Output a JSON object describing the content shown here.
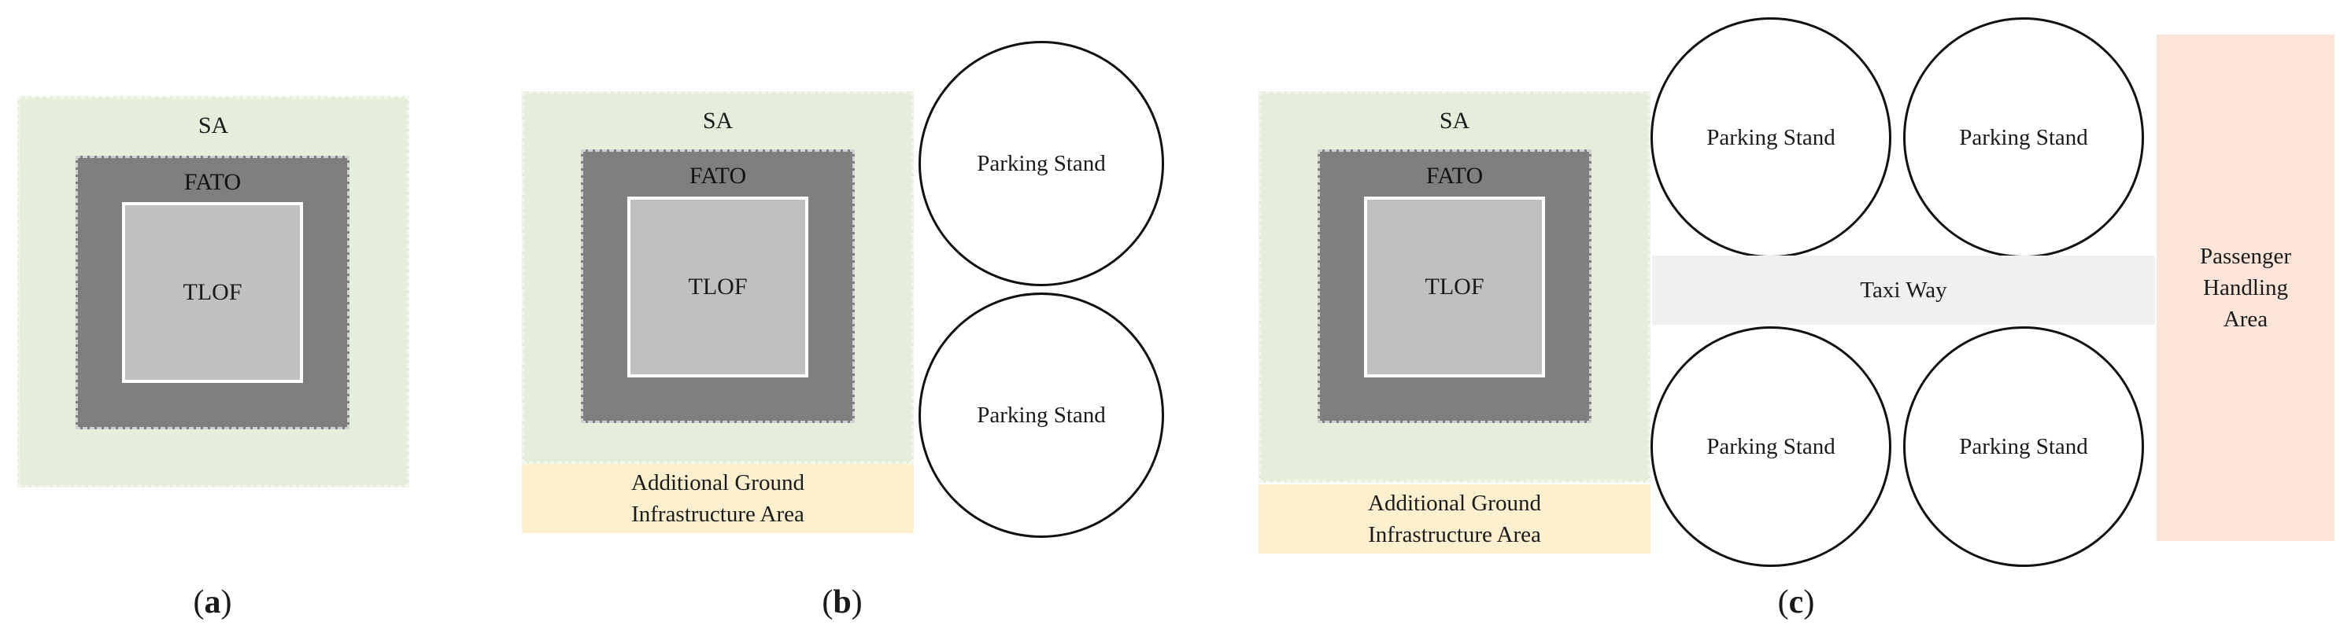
{
  "panels": {
    "a": {
      "sa_label": "SA",
      "fato_label": "FATO",
      "tlof_label": "TLOF",
      "caption": {
        "open": "(",
        "letter": "a",
        "close": ")"
      }
    },
    "b": {
      "sa_label": "SA",
      "fato_label": "FATO",
      "tlof_label": "TLOF",
      "ground_label": [
        "Additional Ground",
        "Infrastructure Area"
      ],
      "parking_stands": [
        "Parking Stand",
        "Parking Stand"
      ],
      "caption": {
        "open": "(",
        "letter": "b",
        "close": ")"
      }
    },
    "c": {
      "sa_label": "SA",
      "fato_label": "FATO",
      "tlof_label": "TLOF",
      "ground_label": [
        "Additional Ground",
        "Infrastructure Area"
      ],
      "parking_stands": [
        "Parking Stand",
        "Parking Stand",
        "Parking Stand",
        "Parking Stand"
      ],
      "taxiway_label": "Taxi Way",
      "passenger_area_label": [
        "Passenger",
        "Handling",
        "Area"
      ],
      "caption": {
        "open": "(",
        "letter": "c",
        "close": ")"
      }
    }
  },
  "colors": {
    "safety_area": "#e4eedb",
    "fato": "#7f7f7f",
    "tlof": "#c0c0c0",
    "ground_infrastructure": "#fdf0cf",
    "taxiway": "#f0f0f0",
    "passenger_handling": "#fde4d8"
  }
}
